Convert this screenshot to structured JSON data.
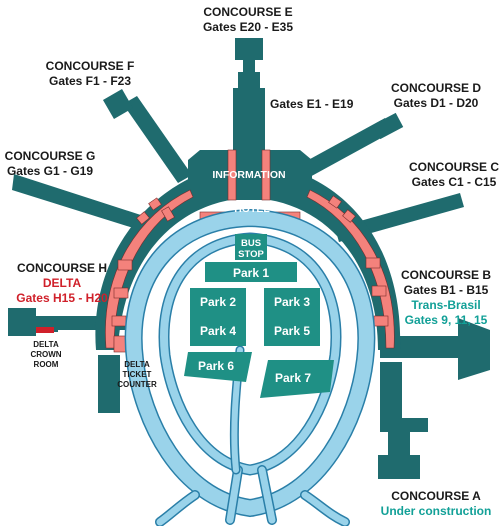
{
  "colors": {
    "building": "#1f6b6e",
    "interior": "#f4827c",
    "road": "#9ad3ea",
    "road_edge": "#2a7fa8",
    "parking": "#1f9085",
    "label_dark": "#1a1a1a",
    "label_red": "#d0202a",
    "label_teal": "#12a097"
  },
  "concourses": {
    "e": {
      "name": "CONCOURSE E",
      "gates": "Gates E20 - E35",
      "gates_inner": "Gates E1 - E19"
    },
    "f": {
      "name": "CONCOURSE F",
      "gates": "Gates F1 - F23"
    },
    "d": {
      "name": "CONCOURSE D",
      "gates": "Gates D1 - D20"
    },
    "g": {
      "name": "CONCOURSE G",
      "gates": "Gates G1 - G19"
    },
    "c": {
      "name": "CONCOURSE C",
      "gates": "Gates C1 - C15"
    },
    "h": {
      "name": "CONCOURSE H",
      "airline": "DELTA",
      "gates": "Gates H15 - H20"
    },
    "b": {
      "name": "CONCOURSE B",
      "gates": "Gates B1 - B15",
      "airline": "Trans-Brasil",
      "gates_extra": "Gates 9, 11, 15"
    },
    "a": {
      "name": "CONCOURSE A",
      "status": "Under construction"
    }
  },
  "facilities": {
    "information": "INFORMATION",
    "hotel": "HOTEL",
    "bus_stop_1": "BUS",
    "bus_stop_2": "STOP",
    "delta_crown_1": "DELTA",
    "delta_crown_2": "CROWN",
    "delta_crown_3": "ROOM",
    "delta_ticket_1": "DELTA",
    "delta_ticket_2": "TICKET",
    "delta_ticket_3": "COUNTER"
  },
  "parking": [
    "Park 1",
    "Park 2",
    "Park 3",
    "Park 4",
    "Park 5",
    "Park 6",
    "Park 7"
  ]
}
